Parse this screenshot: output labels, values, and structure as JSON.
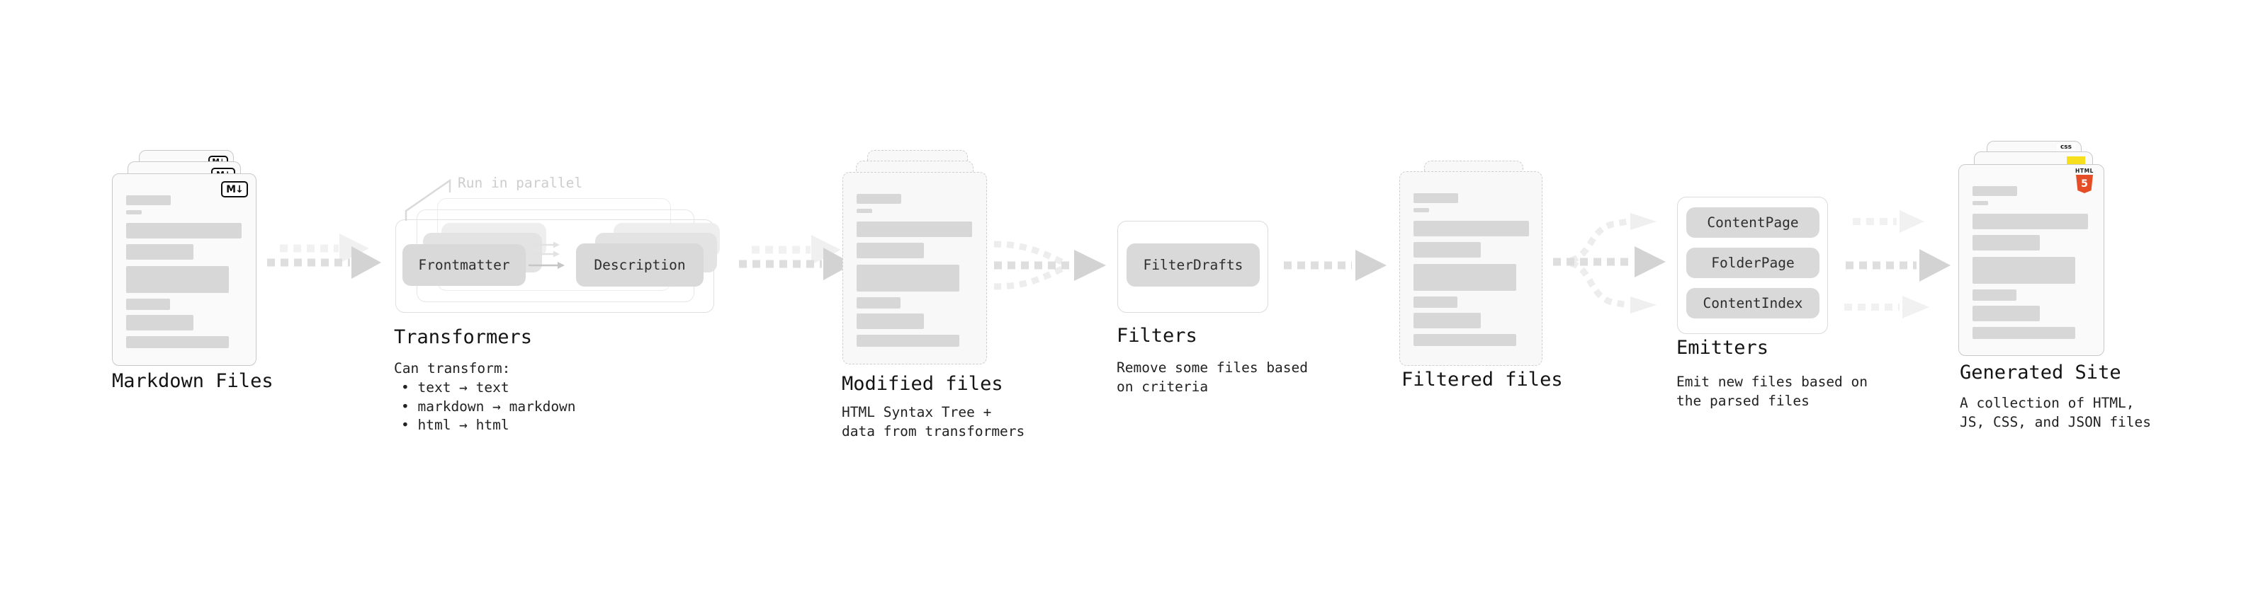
{
  "markdown_files": {
    "title": "Markdown Files",
    "badge": "M↓"
  },
  "transformers": {
    "title": "Transformers",
    "note": "Run in parallel",
    "buttons": [
      "Frontmatter",
      "Description"
    ],
    "desc_heading": "Can transform:",
    "bullets": [
      "• text → text",
      "• markdown → markdown",
      "• html → html"
    ]
  },
  "modified_files": {
    "title": "Modified files",
    "desc": "HTML Syntax Tree +\ndata from transformers"
  },
  "filters": {
    "title": "Filters",
    "buttons": [
      "FilterDrafts"
    ],
    "desc": "Remove some files based\non criteria"
  },
  "filtered_files": {
    "title": "Filtered files"
  },
  "emitters": {
    "title": "Emitters",
    "buttons": [
      "ContentPage",
      "FolderPage",
      "ContentIndex"
    ],
    "desc": "Emit new files based on\nthe parsed files"
  },
  "generated_site": {
    "title": "Generated Site",
    "desc": "A collection of HTML,\nJS, CSS, and JSON files",
    "css_badge": "css",
    "html_badge_word": "HTML",
    "html_badge_number": "5"
  },
  "colors": {
    "html5_orange": "#e44d26",
    "js_yellow": "#f7df1e",
    "css_blue": "#2965f1"
  }
}
